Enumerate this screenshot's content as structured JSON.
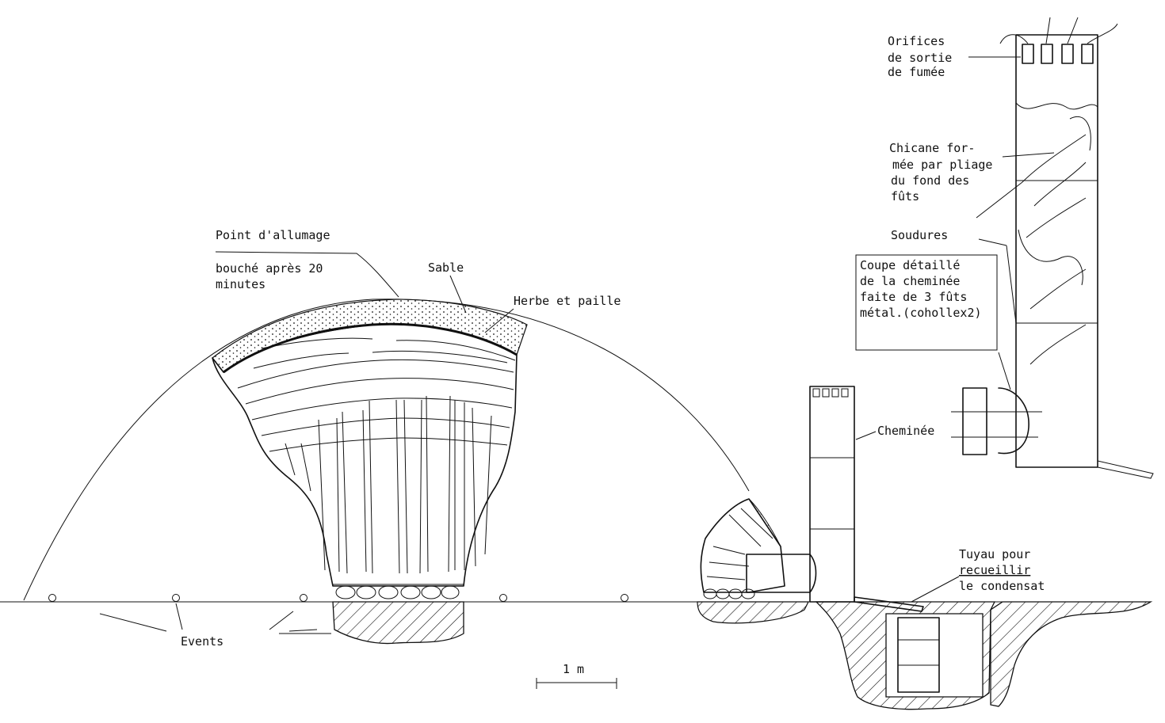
{
  "labels": {
    "point_allumage": "Point d'allumage",
    "bouche_line1": "bouché après 20",
    "bouche_line2": "minutes",
    "sable": "Sable",
    "herbe": "Herbe et paille",
    "events": "Events",
    "scale": "1 m",
    "cheminee": "Cheminée",
    "tuyau_line1": "Tuyau pour",
    "tuyau_line2": "recueillir",
    "tuyau_line3": "le condensat",
    "orifices_line1": "Orifices",
    "orifices_line2": "de sortie",
    "orifices_line3": "de fumée",
    "chicane_line1": "Chicane for-",
    "chicane_line2": "mée par pliage",
    "chicane_line3": "du fond des",
    "chicane_line4": "fûts",
    "soudures": "Soudures",
    "coupe_line1": "Coupe détaillé",
    "coupe_line2": "de la cheminée",
    "coupe_line3": "faite de 3 fûts",
    "coupe_line4": "métal.(cohollex2)"
  }
}
